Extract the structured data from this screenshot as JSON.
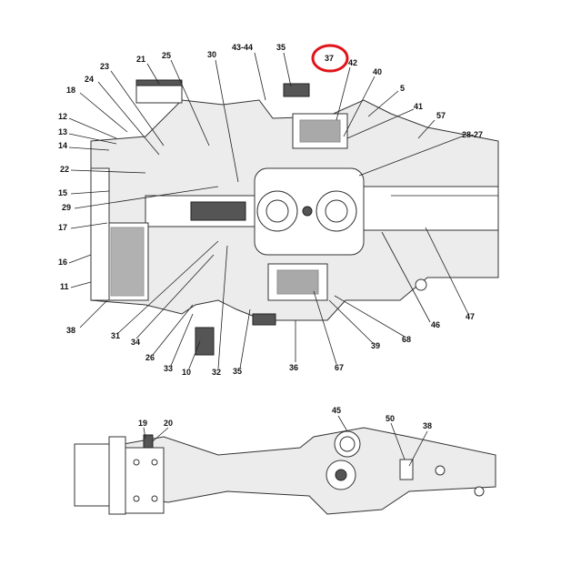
{
  "upper_view": {
    "callouts": [
      "21",
      "25",
      "30",
      "43-44",
      "35",
      "37",
      "42",
      "40",
      "5",
      "41",
      "57",
      "28-27",
      "23",
      "24",
      "18",
      "12",
      "13",
      "14",
      "22",
      "15",
      "29",
      "17",
      "16",
      "11",
      "38",
      "31",
      "34",
      "26",
      "33",
      "10",
      "32",
      "35",
      "36",
      "67",
      "39",
      "68",
      "46",
      "47"
    ]
  },
  "lower_view": {
    "callouts": [
      "19",
      "20",
      "45",
      "50",
      "38"
    ]
  },
  "highlight": {
    "callout": "37",
    "color": "#e0141a"
  }
}
